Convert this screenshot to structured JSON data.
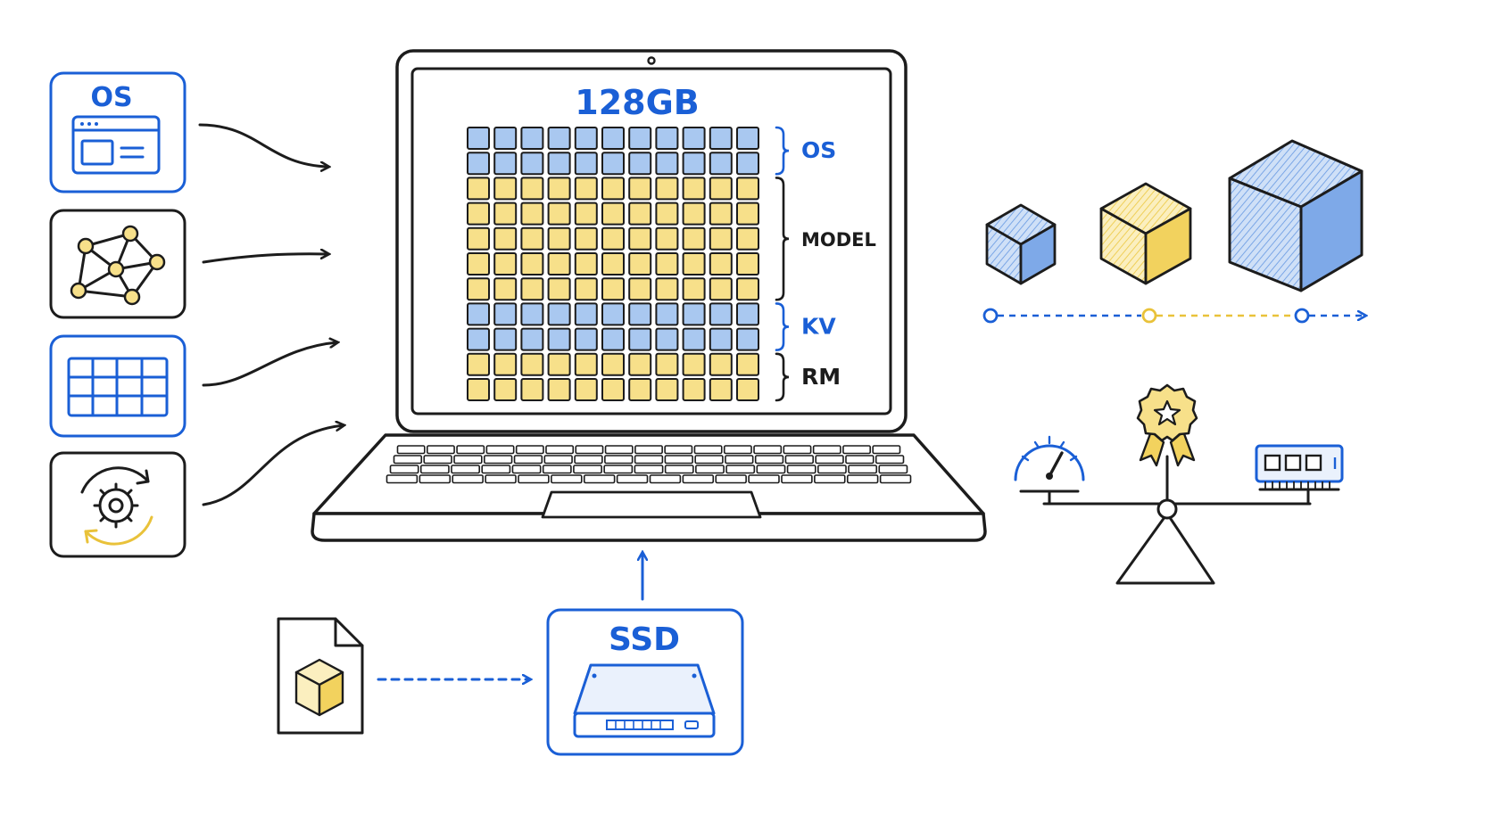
{
  "colors": {
    "ink": "#1c1c1c",
    "blue": "#1a5fd6",
    "blue_fill": "#a9c8f0",
    "yellow": "#e9c23a",
    "yellow_fill": "#f7e08a"
  },
  "left_panel": {
    "os_card_label": "OS",
    "cards": [
      {
        "icon": "browser-window-icon"
      },
      {
        "icon": "network-graph-icon"
      },
      {
        "icon": "table-grid-icon"
      },
      {
        "icon": "gear-refresh-icon"
      }
    ]
  },
  "laptop": {
    "capacity_label": "128GB",
    "memory_grid": {
      "columns": 11,
      "segments": [
        {
          "label": "OS",
          "rows": 2,
          "color": "blue"
        },
        {
          "label": "MODEL",
          "rows": 5,
          "color": "yellow"
        },
        {
          "label": "KV",
          "rows": 2,
          "color": "blue"
        },
        {
          "label": "RM",
          "rows": 2,
          "color": "yellow"
        }
      ]
    }
  },
  "ssd": {
    "label": "SSD",
    "source_icon": "model-file-icon"
  },
  "right_panel": {
    "cubes": [
      "small-cube-icon",
      "medium-cube-icon",
      "large-cube-icon"
    ],
    "balance_icons": [
      "speedometer-icon",
      "award-ribbon-icon",
      "ram-module-icon"
    ]
  }
}
